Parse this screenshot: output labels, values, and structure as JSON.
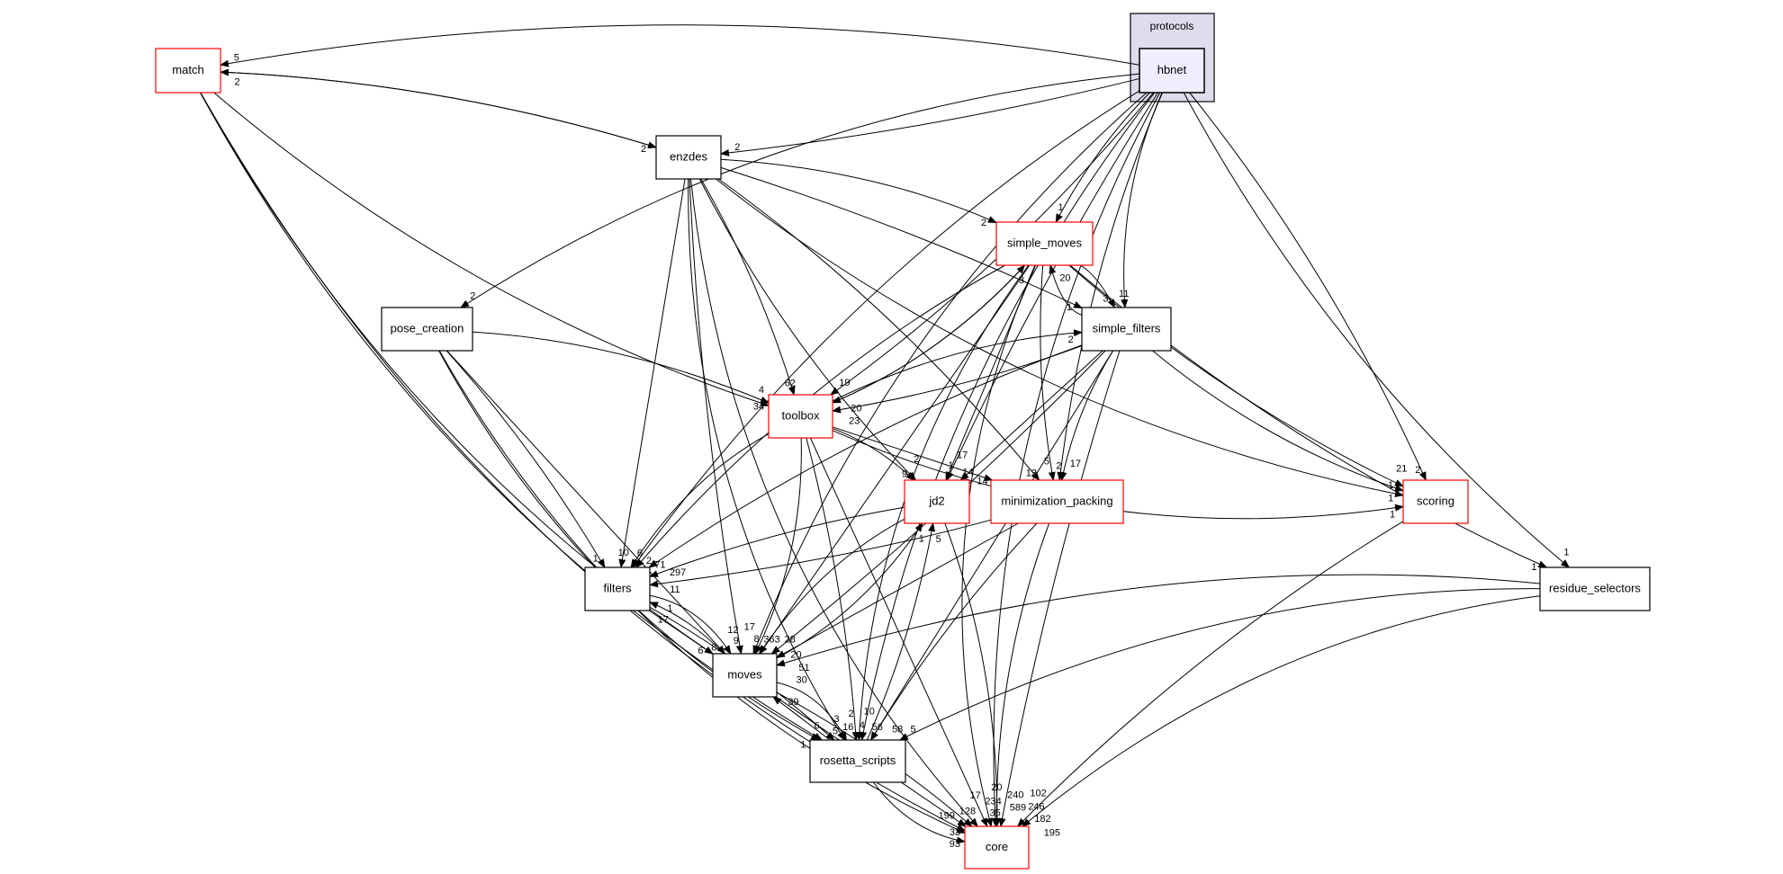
{
  "cluster": {
    "label": "protocols",
    "fill": "#ddddee"
  },
  "colors": {
    "red_border": "#ff0000",
    "black_border": "#000000",
    "focus_fill": "#eeeeff"
  },
  "nodes": [
    {
      "id": "hbnet",
      "label": "hbnet",
      "style": "focus"
    },
    {
      "id": "match",
      "label": "match",
      "style": "red"
    },
    {
      "id": "enzdes",
      "label": "enzdes",
      "style": "black"
    },
    {
      "id": "pose_creation",
      "label": "pose_creation",
      "style": "black"
    },
    {
      "id": "simple_moves",
      "label": "simple_moves",
      "style": "red"
    },
    {
      "id": "simple_filters",
      "label": "simple_filters",
      "style": "black"
    },
    {
      "id": "toolbox",
      "label": "toolbox",
      "style": "red"
    },
    {
      "id": "jd2",
      "label": "jd2",
      "style": "red"
    },
    {
      "id": "minimization_packing",
      "label": "minimization_packing",
      "style": "red"
    },
    {
      "id": "scoring",
      "label": "scoring",
      "style": "red"
    },
    {
      "id": "residue_selectors",
      "label": "residue_selectors",
      "style": "black"
    },
    {
      "id": "filters",
      "label": "filters",
      "style": "black"
    },
    {
      "id": "moves",
      "label": "moves",
      "style": "black"
    },
    {
      "id": "rosetta_scripts",
      "label": "rosetta_scripts",
      "style": "black"
    },
    {
      "id": "core",
      "label": "core",
      "style": "red"
    }
  ],
  "edges": [
    {
      "from": "hbnet",
      "to": "match",
      "label": "5"
    },
    {
      "from": "hbnet",
      "to": "enzdes",
      "label": "2"
    },
    {
      "from": "hbnet",
      "to": "pose_creation",
      "label": "2"
    },
    {
      "from": "hbnet",
      "to": "simple_moves",
      "label": "1"
    },
    {
      "from": "hbnet",
      "to": "simple_filters",
      "label": "11"
    },
    {
      "from": "hbnet",
      "to": "toolbox",
      "label": "19"
    },
    {
      "from": "hbnet",
      "to": "filters",
      "label": "6"
    },
    {
      "from": "hbnet",
      "to": "moves",
      "label": "8"
    },
    {
      "from": "hbnet",
      "to": "jd2",
      "label": "1"
    },
    {
      "from": "hbnet",
      "to": "minimization_packing",
      "label": "2"
    },
    {
      "from": "hbnet",
      "to": "scoring",
      "label": "2"
    },
    {
      "from": "hbnet",
      "to": "residue_selectors",
      "label": "1"
    },
    {
      "from": "hbnet",
      "to": "rosetta_scripts",
      "label": "4"
    },
    {
      "from": "hbnet",
      "to": "core",
      "label": "35"
    },
    {
      "from": "enzdes",
      "to": "match",
      "label": "2"
    },
    {
      "from": "match",
      "to": "enzdes",
      "label": "2"
    },
    {
      "from": "match",
      "to": "toolbox",
      "label": "34"
    },
    {
      "from": "match",
      "to": "moves",
      "label": "6"
    },
    {
      "from": "match",
      "to": "rosetta_scripts",
      "label": "6"
    },
    {
      "from": "match",
      "to": "core",
      "label": "128"
    },
    {
      "from": "enzdes",
      "to": "simple_moves",
      "label": "2"
    },
    {
      "from": "enzdes",
      "to": "toolbox",
      "label": "62"
    },
    {
      "from": "enzdes",
      "to": "filters",
      "label": "10"
    },
    {
      "from": "enzdes",
      "to": "moves",
      "label": "9"
    },
    {
      "from": "enzdes",
      "to": "jd2",
      "label": "9"
    },
    {
      "from": "enzdes",
      "to": "minimization_packing",
      "label": "13"
    },
    {
      "from": "enzdes",
      "to": "simple_filters",
      "label": "1"
    },
    {
      "from": "enzdes",
      "to": "scoring",
      "label": "1"
    },
    {
      "from": "enzdes",
      "to": "rosetta_scripts",
      "label": "5"
    },
    {
      "from": "enzdes",
      "to": "core",
      "label": "234"
    },
    {
      "from": "pose_creation",
      "to": "toolbox",
      "label": "4"
    },
    {
      "from": "pose_creation",
      "to": "filters",
      "label": "1"
    },
    {
      "from": "pose_creation",
      "to": "moves",
      "label": "8"
    },
    {
      "from": "pose_creation",
      "to": "rosetta_scripts",
      "label": "1"
    },
    {
      "from": "pose_creation",
      "to": "core",
      "label": "33"
    },
    {
      "from": "simple_moves",
      "to": "toolbox",
      "label": "20"
    },
    {
      "from": "simple_moves",
      "to": "simple_filters",
      "label": "3"
    },
    {
      "from": "simple_moves",
      "to": "jd2",
      "label": "14"
    },
    {
      "from": "simple_moves",
      "to": "minimization_packing",
      "label": "17"
    },
    {
      "from": "simple_moves",
      "to": "scoring",
      "label": "1"
    },
    {
      "from": "simple_moves",
      "to": "residue_selectors",
      "label": "1"
    },
    {
      "from": "simple_moves",
      "to": "filters",
      "label": "71"
    },
    {
      "from": "simple_moves",
      "to": "moves",
      "label": "363"
    },
    {
      "from": "simple_moves",
      "to": "rosetta_scripts",
      "label": "56"
    },
    {
      "from": "simple_moves",
      "to": "core",
      "label": "589"
    },
    {
      "from": "simple_filters",
      "to": "simple_moves",
      "label": "20"
    },
    {
      "from": "simple_filters",
      "to": "toolbox",
      "label": "23"
    },
    {
      "from": "simple_filters",
      "to": "jd2",
      "label": "17"
    },
    {
      "from": "simple_filters",
      "to": "minimization_packing",
      "label": "5"
    },
    {
      "from": "simple_filters",
      "to": "scoring",
      "label": "21"
    },
    {
      "from": "simple_filters",
      "to": "filters",
      "label": "297"
    },
    {
      "from": "simple_filters",
      "to": "moves",
      "label": "20"
    },
    {
      "from": "simple_filters",
      "to": "rosetta_scripts",
      "label": "58"
    },
    {
      "from": "simple_filters",
      "to": "core",
      "label": "182"
    },
    {
      "from": "toolbox",
      "to": "simple_moves",
      "label": "3"
    },
    {
      "from": "toolbox",
      "to": "simple_filters",
      "label": "2"
    },
    {
      "from": "toolbox",
      "to": "jd2",
      "label": "2"
    },
    {
      "from": "toolbox",
      "to": "minimization_packing",
      "label": "14"
    },
    {
      "from": "toolbox",
      "to": "scoring",
      "label": "1"
    },
    {
      "from": "toolbox",
      "to": "filters",
      "label": "2"
    },
    {
      "from": "toolbox",
      "to": "moves",
      "label": "17"
    },
    {
      "from": "toolbox",
      "to": "rosetta_scripts",
      "label": "16"
    },
    {
      "from": "toolbox",
      "to": "core",
      "label": "240"
    },
    {
      "from": "jd2",
      "to": "filters",
      "label": "11"
    },
    {
      "from": "jd2",
      "to": "moves",
      "label": "28"
    },
    {
      "from": "jd2",
      "to": "core",
      "label": "20"
    },
    {
      "from": "minimization_packing",
      "to": "filters",
      "label": "1"
    },
    {
      "from": "minimization_packing",
      "to": "moves",
      "label": "51"
    },
    {
      "from": "minimization_packing",
      "to": "rosetta_scripts",
      "label": "10"
    },
    {
      "from": "minimization_packing",
      "to": "core",
      "label": "246"
    },
    {
      "from": "filters",
      "to": "moves",
      "label": "12"
    },
    {
      "from": "filters",
      "to": "rosetta_scripts",
      "label": "3"
    },
    {
      "from": "filters",
      "to": "core",
      "label": "17"
    },
    {
      "from": "moves",
      "to": "filters",
      "label": "17"
    },
    {
      "from": "moves",
      "to": "jd2",
      "label": "1"
    },
    {
      "from": "moves",
      "to": "rosetta_scripts",
      "label": "2"
    },
    {
      "from": "moves",
      "to": "core",
      "label": "199"
    },
    {
      "from": "rosetta_scripts",
      "to": "moves",
      "label": "39"
    },
    {
      "from": "rosetta_scripts",
      "to": "jd2",
      "label": "5"
    },
    {
      "from": "rosetta_scripts",
      "to": "core",
      "label": "93"
    },
    {
      "from": "scoring",
      "to": "core",
      "label": "195"
    },
    {
      "from": "residue_selectors",
      "to": "moves",
      "label": "30"
    },
    {
      "from": "residue_selectors",
      "to": "rosetta_scripts",
      "label": "5"
    },
    {
      "from": "residue_selectors",
      "to": "core",
      "label": "102"
    }
  ]
}
